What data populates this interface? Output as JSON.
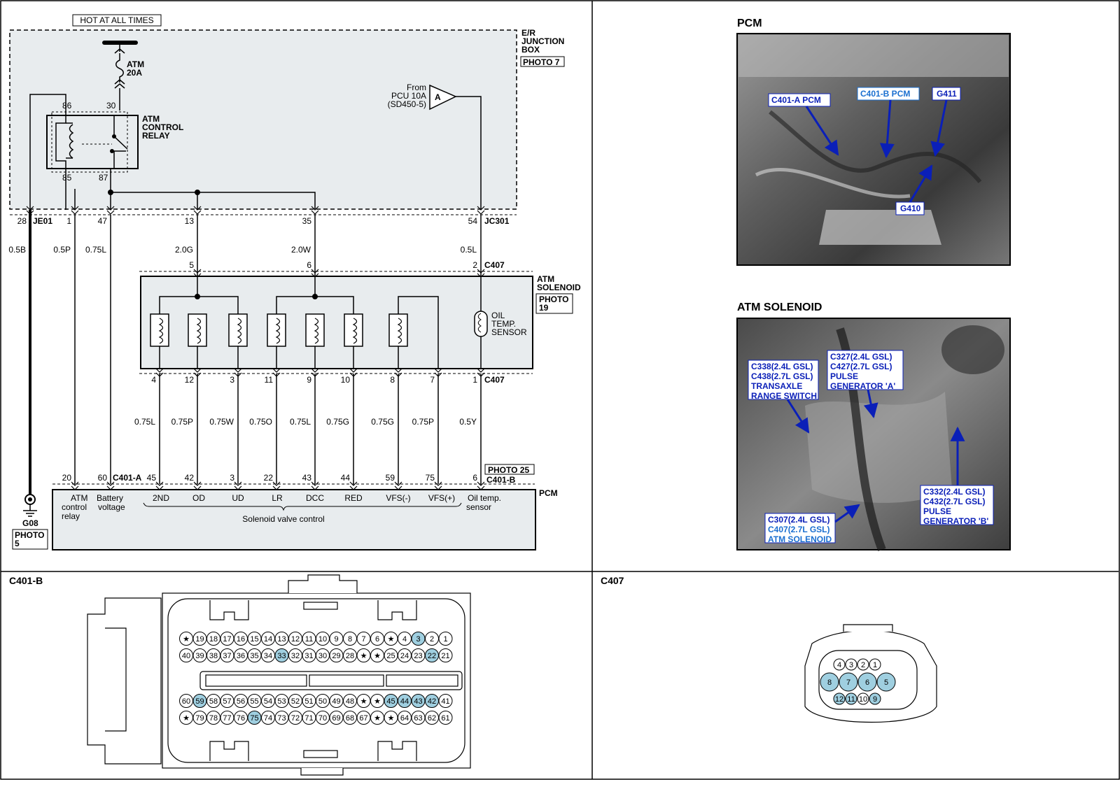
{
  "panels": {
    "photo_pcm_title": "PCM",
    "photo_solenoid_title": "ATM SOLENOID",
    "c401b_title": "C401-B",
    "c407_title": "C407"
  },
  "schematic": {
    "hot_label": "HOT AT ALL TIMES",
    "junction_box": [
      "E/R",
      "JUNCTION",
      "BOX"
    ],
    "photo7": "PHOTO 7",
    "fuse": [
      "ATM",
      "20A"
    ],
    "relay": [
      "ATM",
      "CONTROL",
      "RELAY"
    ],
    "relay_pins": [
      "86",
      "30",
      "85",
      "87"
    ],
    "from_block": [
      "From",
      "PCU 10A",
      "(SD450-5)"
    ],
    "from_marker": "A",
    "je01": "JE01",
    "jc301": "JC301",
    "je01_pins": [
      "28",
      "1",
      "47",
      "13",
      "35",
      "54"
    ],
    "upper_wires": [
      "0.5B",
      "0.5P",
      "0.75L",
      "2.0G",
      "2.0W",
      "0.5L"
    ],
    "c407_top": "C407",
    "c407_top_pins": [
      "5",
      "6",
      "2"
    ],
    "solenoid_label": [
      "ATM",
      "SOLENOID"
    ],
    "photo19": [
      "PHOTO",
      "19"
    ],
    "oil_sensor": [
      "OIL",
      "TEMP.",
      "SENSOR"
    ],
    "c407_bottom": "C407",
    "c407_bottom_pins": [
      "4",
      "12",
      "3",
      "11",
      "9",
      "10",
      "8",
      "7",
      "1"
    ],
    "lower_wires": [
      "0.75L",
      "0.75P",
      "0.75W",
      "0.75O",
      "0.75L",
      "0.75G",
      "0.75G",
      "0.75P",
      "0.5Y"
    ],
    "photo25": "PHOTO 25",
    "c401a": "C401-A",
    "c401b": "C401-B",
    "pcm_pins": [
      "20",
      "60",
      "45",
      "42",
      "3",
      "22",
      "43",
      "44",
      "59",
      "75",
      "6"
    ],
    "pcm_label": "PCM",
    "pcm_funcs": [
      "ATM",
      "control",
      "relay",
      "Battery",
      "voltage",
      "2ND",
      "OD",
      "UD",
      "LR",
      "DCC",
      "RED",
      "VFS(-)",
      "VFS(+)",
      "Oil temp.",
      "sensor"
    ],
    "solenoid_valve_control": "Solenoid valve control",
    "ground": "G08",
    "photo5": [
      "PHOTO",
      "5"
    ]
  },
  "photo_labels": {
    "pcm": [
      "C401-A PCM",
      "C401-B PCM",
      "G411",
      "G410"
    ],
    "solenoid": [
      [
        "C338(2.4L GSL)",
        "C438(2.7L GSL)",
        "TRANSAXLE",
        "RANGE SWITCH"
      ],
      [
        "C327(2.4L GSL)",
        "C427(2.7L GSL)",
        "PULSE",
        "GENERATOR 'A'"
      ],
      [
        "C307(2.4L GSL)",
        "C407(2.7L GSL)",
        "ATM SOLENOID"
      ],
      [
        "C332(2.4L GSL)",
        "C432(2.7L GSL)",
        "PULSE",
        "GENERATOR 'B'"
      ]
    ]
  },
  "connector_c401b": {
    "row1": [
      "*",
      "19",
      "18",
      "17",
      "16",
      "15",
      "14",
      "13",
      "12",
      "11",
      "10",
      "9",
      "8",
      "7",
      "6",
      "*",
      "4",
      "3",
      "2",
      "1"
    ],
    "row2": [
      "40",
      "39",
      "38",
      "37",
      "36",
      "35",
      "34",
      "33",
      "32",
      "31",
      "30",
      "29",
      "28",
      "*",
      "*",
      "25",
      "24",
      "23",
      "22",
      "21"
    ],
    "row3": [
      "60",
      "59",
      "58",
      "57",
      "56",
      "55",
      "54",
      "53",
      "52",
      "51",
      "50",
      "49",
      "48",
      "*",
      "*",
      "45",
      "44",
      "43",
      "42",
      "41"
    ],
    "row4": [
      "*",
      "79",
      "78",
      "77",
      "76",
      "75",
      "74",
      "73",
      "72",
      "71",
      "70",
      "69",
      "68",
      "67",
      "*",
      "*",
      "64",
      "63",
      "62",
      "61"
    ],
    "highlighted": [
      "3",
      "22",
      "33",
      "42",
      "43",
      "44",
      "45",
      "59",
      "75"
    ]
  },
  "connector_c407": {
    "row1": [
      "4",
      "3",
      "2",
      "1"
    ],
    "row2": [
      "8",
      "7",
      "6",
      "5"
    ],
    "row3": [
      "12",
      "11",
      "10",
      "9"
    ],
    "highlighted": [
      "5",
      "6",
      "7",
      "8",
      "9",
      "11",
      "12"
    ]
  },
  "colors": {
    "highlight": "#9fcfe0",
    "photo_label_navy": "#0a1fb8",
    "photo_label_blue": "#1a6fd0",
    "box_fill": "#e8ecee"
  }
}
